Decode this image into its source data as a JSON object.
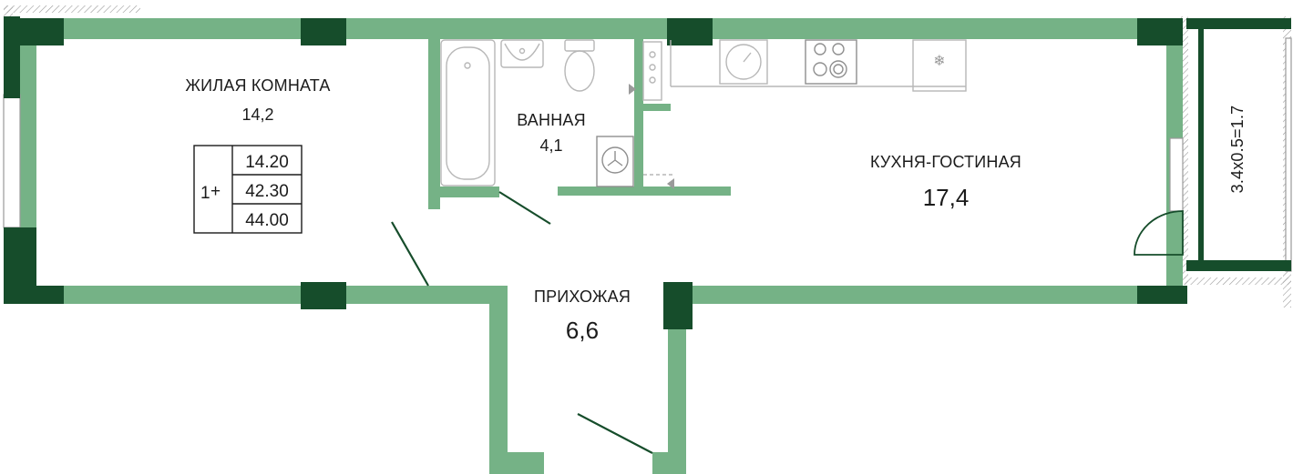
{
  "rooms": {
    "living": {
      "name": "ЖИЛАЯ КОМНАТА",
      "area": "14,2"
    },
    "bath": {
      "name": "ВАННАЯ",
      "area": "4,1"
    },
    "kitchen": {
      "name": "КУХНЯ-ГОСТИНАЯ",
      "area": "17,4"
    },
    "hall": {
      "name": "ПРИХОЖАЯ",
      "area": "6,6"
    },
    "balcony": {
      "formula": "3.4x0.5=1.7"
    }
  },
  "legend": {
    "rooms_count": "1",
    "rooms_suffix": "+",
    "living_area": "14.20",
    "total_area": "42.30",
    "total_with_balcony": "44.00"
  },
  "colors": {
    "wall": "#75b286",
    "column": "#164d2b",
    "fixture": "#b7b7b7",
    "text": "#1b1b1b"
  }
}
